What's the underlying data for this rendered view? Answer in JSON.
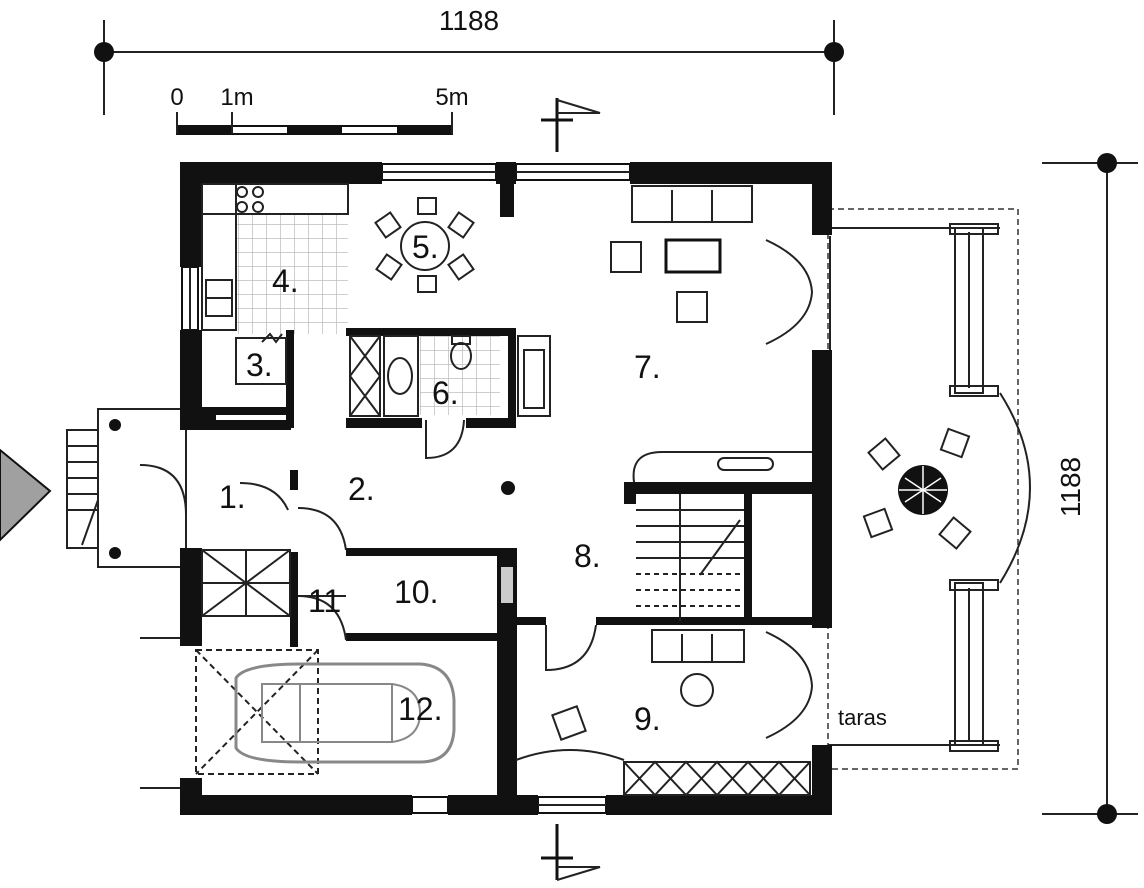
{
  "dimensions": {
    "top_width": "1188",
    "right_height": "1188"
  },
  "scale": {
    "start": "0",
    "one": "1m",
    "five": "5m"
  },
  "rooms": [
    {
      "id": "1",
      "label": "1."
    },
    {
      "id": "2",
      "label": "2."
    },
    {
      "id": "3",
      "label": "3."
    },
    {
      "id": "4",
      "label": "4."
    },
    {
      "id": "5",
      "label": "5."
    },
    {
      "id": "6",
      "label": "6."
    },
    {
      "id": "7",
      "label": "7."
    },
    {
      "id": "8",
      "label": "8."
    },
    {
      "id": "9",
      "label": "9."
    },
    {
      "id": "10",
      "label": "10."
    },
    {
      "id": "11",
      "label": "11"
    },
    {
      "id": "12",
      "label": "12."
    }
  ],
  "terrace_label": "taras",
  "colors": {
    "wall": "#111111",
    "line": "#222222",
    "tile": "#bdbdbd",
    "arrow": "#a0a0a0"
  }
}
